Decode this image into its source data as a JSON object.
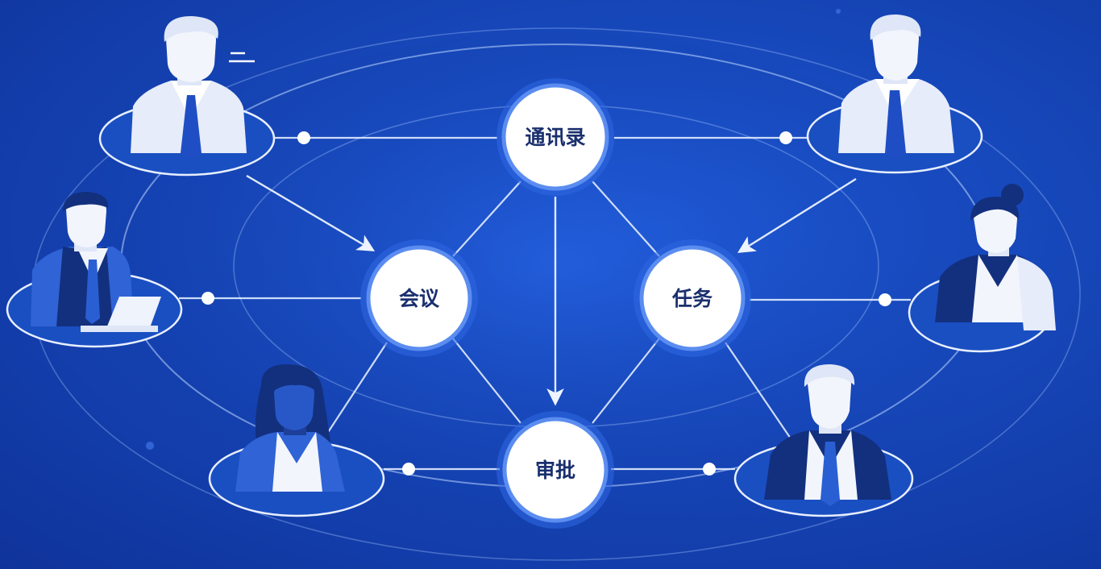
{
  "hubs": [
    {
      "id": "contacts",
      "label": "通讯录"
    },
    {
      "id": "meeting",
      "label": "会议"
    },
    {
      "id": "task",
      "label": "任务"
    },
    {
      "id": "approval",
      "label": "审批"
    }
  ],
  "people": [
    {
      "id": "man-top-left",
      "role": "businessman"
    },
    {
      "id": "man-laptop",
      "role": "businessman-with-laptop"
    },
    {
      "id": "woman-bottom-left",
      "role": "businesswoman"
    },
    {
      "id": "man-top-right",
      "role": "businessman"
    },
    {
      "id": "woman-bun",
      "role": "businesswoman"
    },
    {
      "id": "man-bottom-right",
      "role": "businessman"
    }
  ],
  "colors": {
    "background": "#1646b8",
    "hub_fill": "#ffffff",
    "hub_ring": "#5b8df0",
    "hub_text": "#1a2f6e",
    "line": "#e1ecff",
    "person_light": "#e6ecf9",
    "person_dark": "#1d3f9a",
    "person_mid": "#2f63d6"
  },
  "icons": [
    "menu-icon"
  ]
}
